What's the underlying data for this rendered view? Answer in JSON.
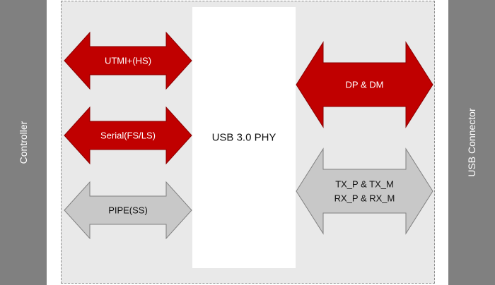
{
  "colors": {
    "side_panel": "#808080",
    "phy_background": "#e9e9e9",
    "phy_border": "#8c8c8c",
    "red_arrow_fill": "#c00000",
    "red_arrow_stroke": "#8a0000",
    "gray_arrow_fill": "#c8c8c8",
    "gray_arrow_stroke": "#808080"
  },
  "left_panel": {
    "label": "Controller"
  },
  "right_panel": {
    "label": "USB Connector"
  },
  "phy": {
    "label": "USB 3.0 PHY"
  },
  "interfaces_left": [
    {
      "label": "UTMI+(HS)",
      "style": "red"
    },
    {
      "label": "Serial(FS/LS)",
      "style": "red"
    },
    {
      "label": "PIPE(SS)",
      "style": "gray"
    }
  ],
  "interfaces_right": [
    {
      "lines": [
        "DP & DM"
      ],
      "style": "red"
    },
    {
      "lines": [
        "TX_P & TX_M",
        "RX_P & RX_M"
      ],
      "style": "gray"
    }
  ]
}
